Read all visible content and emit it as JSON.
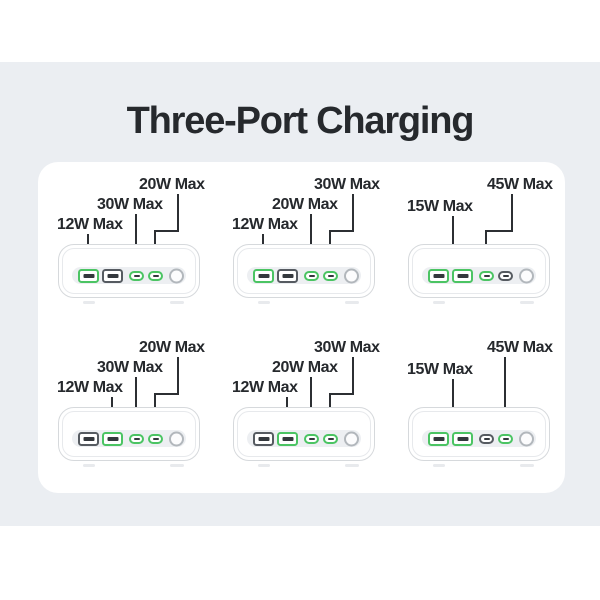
{
  "title": "Three-Port Charging",
  "colors": {
    "panel_background": "#ebeef2",
    "card_background": "#ffffff",
    "port_active_green": "#4bc463",
    "port_inactive_gray": "#565b61",
    "callout_line": "#2c2f33",
    "text": "#26292d"
  },
  "devices": [
    {
      "id": "top-left",
      "labels": {
        "a": "20W Max",
        "b": "30W Max",
        "c": "12W Max"
      },
      "ports": {
        "usba1": "green",
        "usba2": "dark",
        "usbc1": "green",
        "usbc2": "green"
      }
    },
    {
      "id": "top-center",
      "labels": {
        "a": "30W Max",
        "b": "20W Max",
        "c": "12W Max"
      },
      "ports": {
        "usba1": "green",
        "usba2": "dark",
        "usbc1": "green",
        "usbc2": "green"
      }
    },
    {
      "id": "top-right",
      "labels": {
        "a": "45W Max",
        "b": "15W Max"
      },
      "ports": {
        "usba1": "green",
        "usba2": "green",
        "usbc1": "green",
        "usbc2": "dark"
      }
    },
    {
      "id": "bottom-left",
      "labels": {
        "a": "20W Max",
        "b": "30W Max",
        "c": "12W Max"
      },
      "ports": {
        "usba1": "dark",
        "usba2": "green",
        "usbc1": "green",
        "usbc2": "green"
      }
    },
    {
      "id": "bottom-center",
      "labels": {
        "a": "30W Max",
        "b": "20W Max",
        "c": "12W Max"
      },
      "ports": {
        "usba1": "dark",
        "usba2": "green",
        "usbc1": "green",
        "usbc2": "green"
      }
    },
    {
      "id": "bottom-right",
      "labels": {
        "a": "45W Max",
        "b": "15W Max"
      },
      "ports": {
        "usba1": "green",
        "usba2": "green",
        "usbc1": "dark",
        "usbc2": "green"
      }
    }
  ]
}
